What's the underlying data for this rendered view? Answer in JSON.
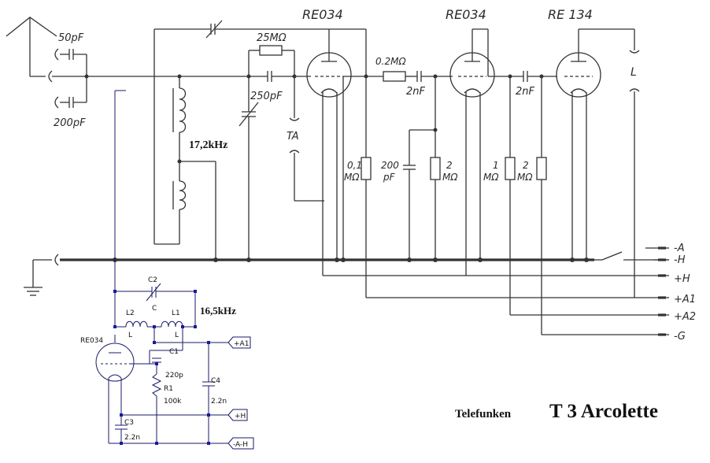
{
  "title": {
    "brand": "Telefunken",
    "model": "T 3 Arcolette"
  },
  "tubes": [
    {
      "label": "RE034"
    },
    {
      "label": "RE034"
    },
    {
      "label": "RE 134"
    }
  ],
  "components": {
    "antenna_cap_top": "50pF",
    "antenna_cap_bottom": "200pF",
    "grid_resistor": "25MΩ",
    "grid_cap": "250pF",
    "coil_freq": "17,2kHz",
    "ta": "TA",
    "r1": "0,1",
    "r1_unit": "MΩ",
    "c200": "200",
    "c200_unit": "pF",
    "coupling_r": "0.2MΩ",
    "coupling_c1": "2nF",
    "r2": "2",
    "r2_unit": "MΩ",
    "coupling_c2": "2nF",
    "r3": "1",
    "r3_unit": "MΩ",
    "r4": "2",
    "r4_unit": "MΩ",
    "speaker": "L"
  },
  "supply_terminals": [
    "-A",
    "-H",
    "+H",
    "+A1",
    "+A2",
    "-G"
  ],
  "add_on": {
    "tube": "RE034",
    "freq": "16,5kHz",
    "c2": "C2",
    "c": "C",
    "l2": "L2",
    "l2_sub": "L",
    "l1": "L1",
    "l1_sub": "L",
    "c1": "C1",
    "c1_val": "220p",
    "r1": "R1",
    "r1_val": "100k",
    "c4": "C4",
    "c4_val": "2.2n",
    "c3": "C3",
    "c3_val": "2.2n",
    "tag_a1": "+A1",
    "tag_h": "+H",
    "tag_ah": "-A-H"
  }
}
